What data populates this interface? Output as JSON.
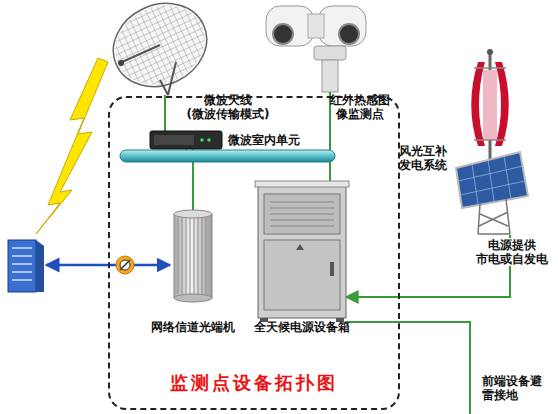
{
  "diagram": {
    "nodes": [
      {
        "text": [
          "监测点设备拓扑图"
        ]
      },
      {
        "text": [
          "微波天线 (微波传输模式)"
        ]
      },
      {
        "text": [
          "红外热感图像监测点"
        ]
      },
      {
        "text": [
          "微波室内单元"
        ],
        "in": 0
      },
      {
        "text": [
          "网络信道光端机"
        ],
        "in": 0
      },
      {
        "text": [
          "全天候电源设备箱"
        ],
        "in": 0
      },
      {
        "text": [
          "风光互补发电系统"
        ]
      }
    ],
    "edges": [
      {
        "from": 1,
        "to": 3,
        "arrow": "none"
      },
      {
        "from": 2,
        "to": 3,
        "arrow": "none"
      },
      {
        "from": 4,
        "to": 3,
        "arrow": "none"
      },
      {
        "from": 5,
        "to": 3,
        "arrow": "none"
      },
      {
        "from": 6,
        "to": 5,
        "label": "电源提供 市电或自发电",
        "arrow": "to"
      }
    ],
    "labels": [
      "前端设备避雷接地"
    ]
  }
}
